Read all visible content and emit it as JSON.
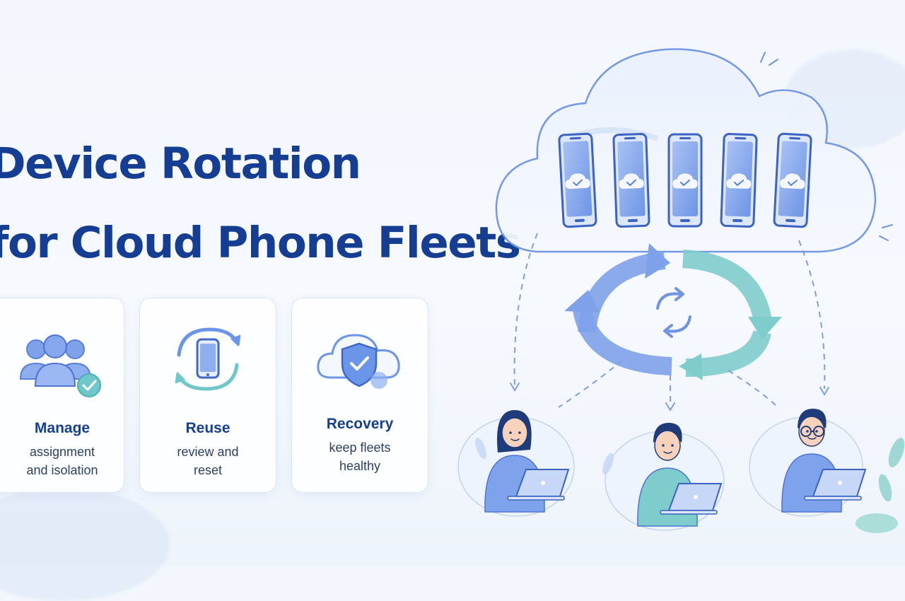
{
  "headline": {
    "line1": "Device Rotation",
    "line2": "for Cloud Phone Fleets"
  },
  "cards": [
    {
      "title": "Manage",
      "desc_line1": "assignment",
      "desc_line2": "and isolation",
      "icon": "users-check-icon"
    },
    {
      "title": "Reuse",
      "desc_line1": "review and",
      "desc_line2": "reset",
      "icon": "phone-rotate-icon"
    },
    {
      "title": "Recovery",
      "desc_line1": "keep fleets",
      "desc_line2": "healthy",
      "icon": "cloud-shield-icon"
    }
  ],
  "colors": {
    "title": "#153e92",
    "accent_blue": "#6b95e8",
    "accent_teal": "#6fc7c9",
    "card_border": "#dbe5f3"
  }
}
